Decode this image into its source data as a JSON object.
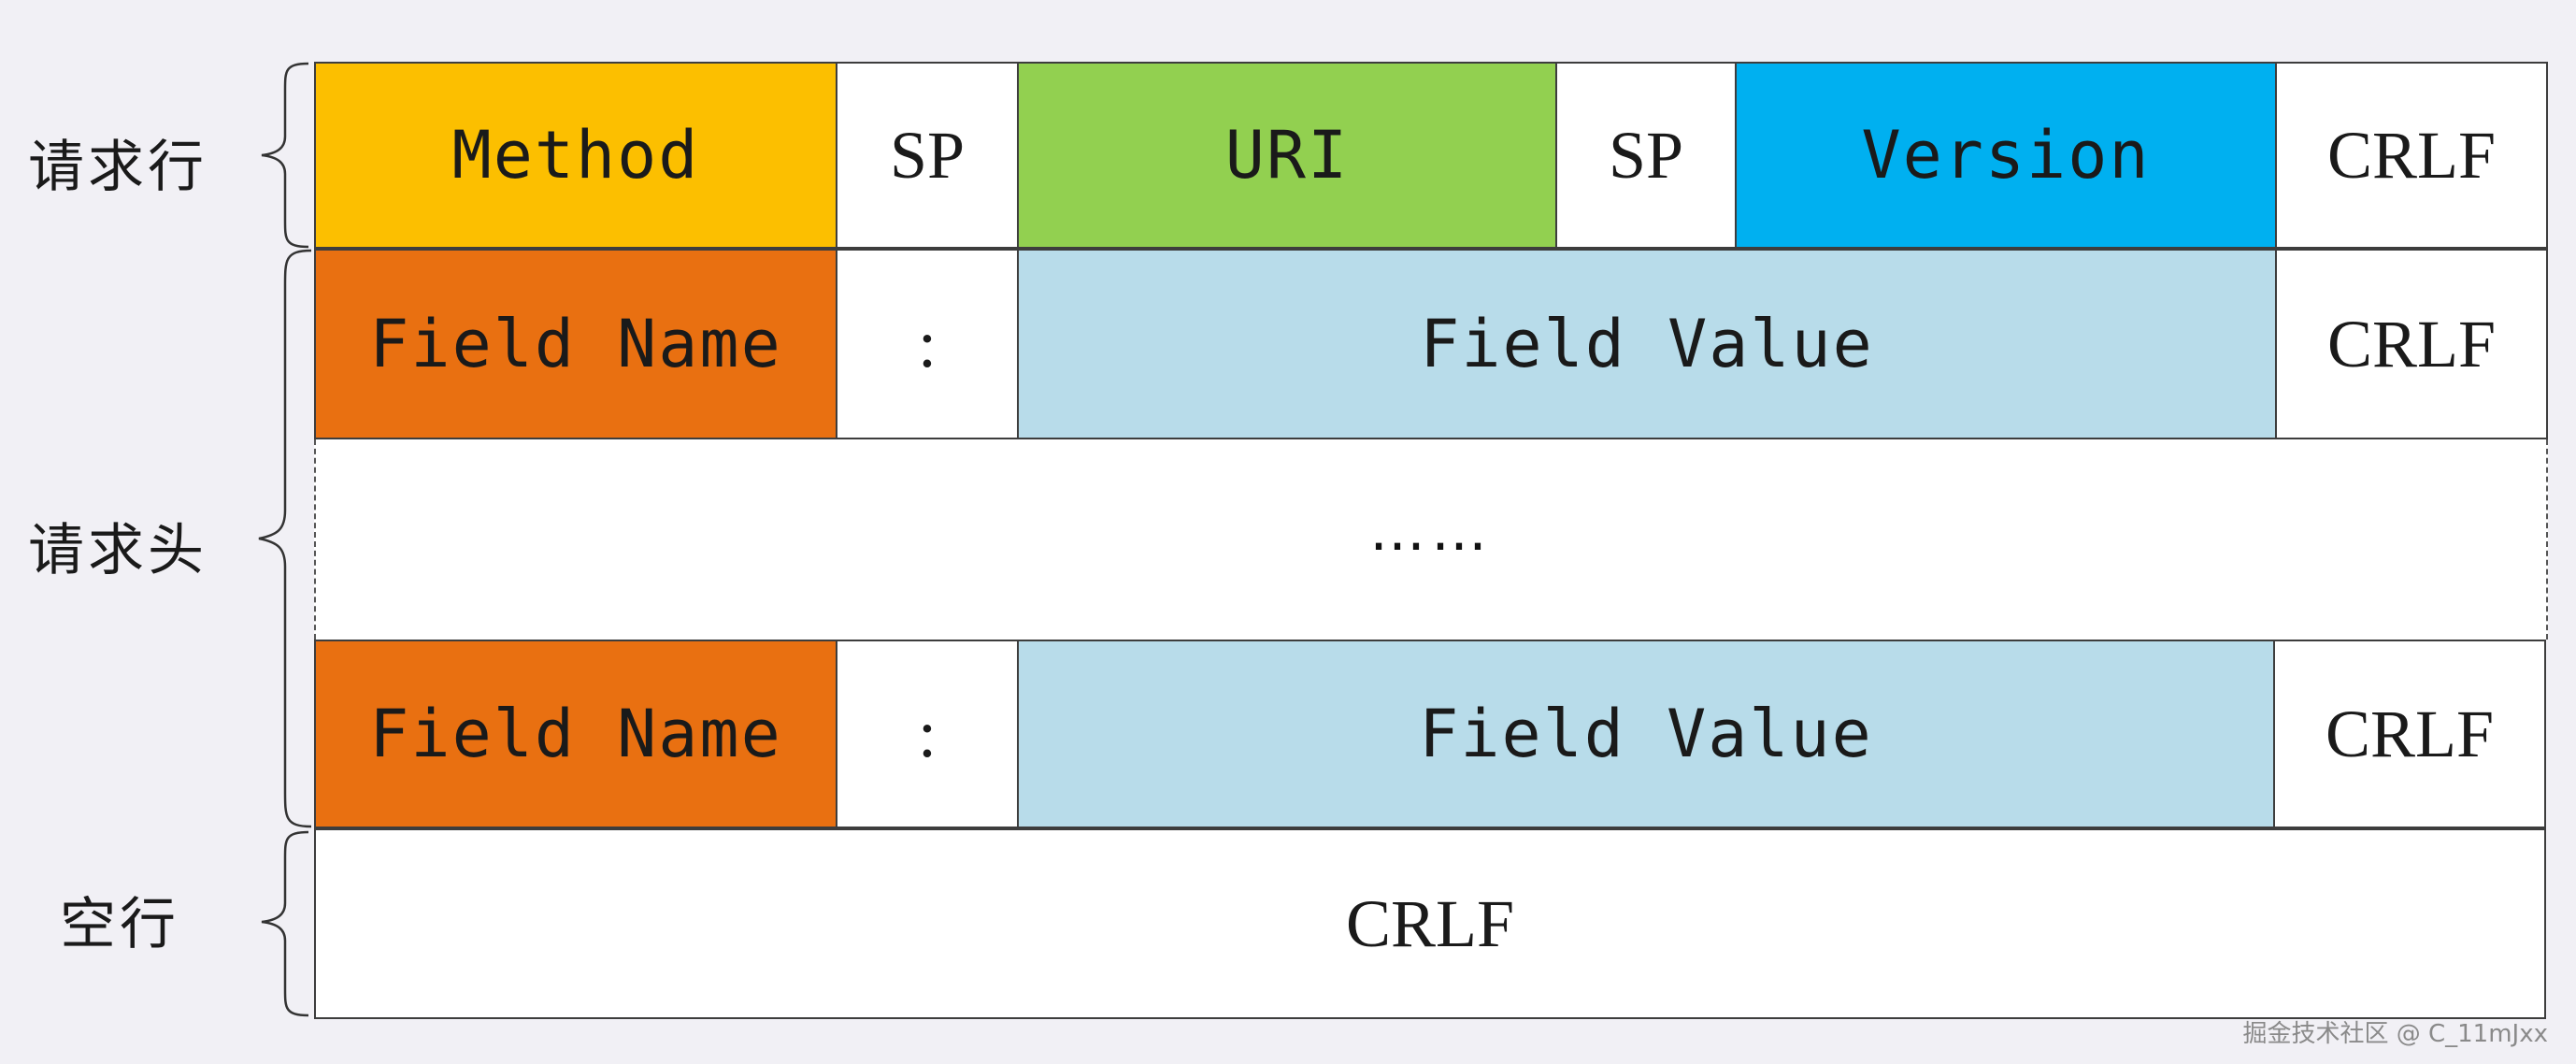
{
  "labels": {
    "request_line": "请求行",
    "request_header": "请求头",
    "blank_line": "空行"
  },
  "request_line": {
    "method": "Method",
    "sp1": "SP",
    "uri": "URI",
    "sp2": "SP",
    "version": "Version",
    "crlf": "CRLF"
  },
  "header_row_1": {
    "field_name": "Field Name",
    "colon": ":",
    "field_value": "Field Value",
    "crlf": "CRLF"
  },
  "ellipsis": "……",
  "header_row_2": {
    "field_name": "Field Name",
    "colon": ":",
    "field_value": "Field Value",
    "crlf": "CRLF"
  },
  "blank_line_crlf": "CRLF",
  "watermark": "掘金技术社区 @ C_11mJxx",
  "colors": {
    "method": "#fcbf00",
    "uri": "#92d050",
    "version": "#00b0f0",
    "field_name": "#e97011",
    "field_value": "#b8dcea",
    "plain": "#ffffff",
    "background": "#f1f0f5"
  }
}
